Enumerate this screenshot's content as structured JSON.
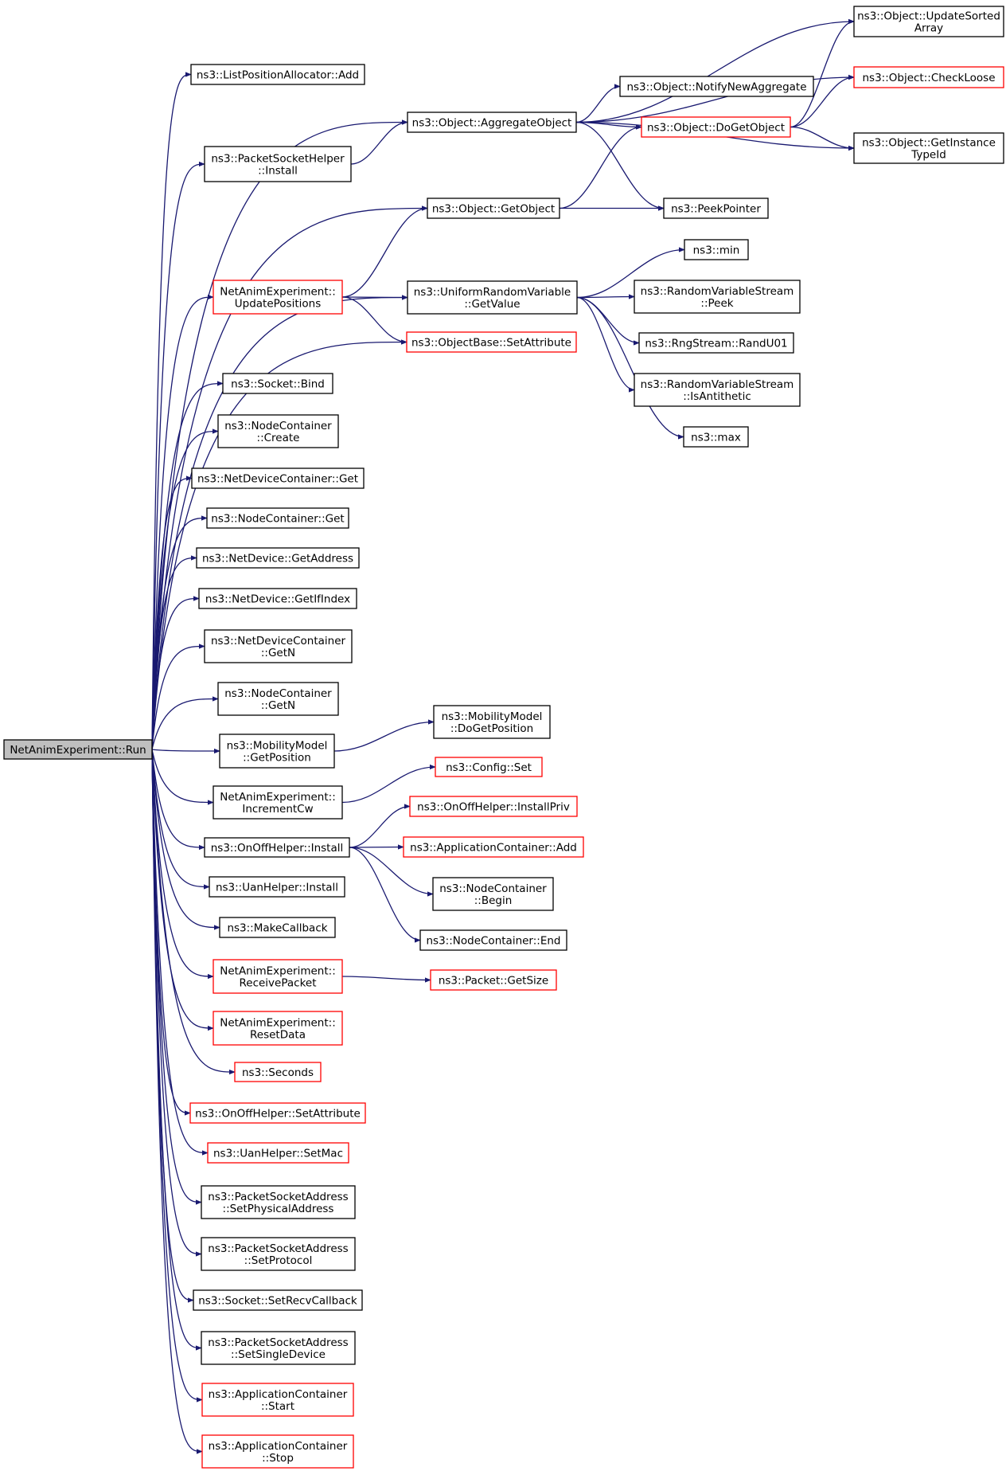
{
  "root": "NetAnimExperiment::Run",
  "nodes": {
    "run": {
      "lines": [
        "NetAnimExperiment::Run"
      ],
      "red": false,
      "root": true
    },
    "lpa_add": {
      "lines": [
        "ns3::ListPositionAllocator::Add"
      ],
      "red": false
    },
    "psh_install": {
      "lines": [
        "ns3::PacketSocketHelper",
        "::Install"
      ],
      "red": false
    },
    "nae_update": {
      "lines": [
        "NetAnimExperiment::",
        "UpdatePositions"
      ],
      "red": true
    },
    "sock_bind": {
      "lines": [
        "ns3::Socket::Bind"
      ],
      "red": false
    },
    "nc_create": {
      "lines": [
        "ns3::NodeContainer",
        "::Create"
      ],
      "red": false
    },
    "ndc_get": {
      "lines": [
        "ns3::NetDeviceContainer::Get"
      ],
      "red": false
    },
    "nc_get": {
      "lines": [
        "ns3::NodeContainer::Get"
      ],
      "red": false
    },
    "nd_getaddr": {
      "lines": [
        "ns3::NetDevice::GetAddress"
      ],
      "red": false
    },
    "nd_getif": {
      "lines": [
        "ns3::NetDevice::GetIfIndex"
      ],
      "red": false
    },
    "ndc_getn": {
      "lines": [
        "ns3::NetDeviceContainer",
        "::GetN"
      ],
      "red": false
    },
    "nc_getn": {
      "lines": [
        "ns3::NodeContainer",
        "::GetN"
      ],
      "red": false
    },
    "mm_getpos": {
      "lines": [
        "ns3::MobilityModel",
        "::GetPosition"
      ],
      "red": false
    },
    "nae_inc": {
      "lines": [
        "NetAnimExperiment::",
        "IncrementCw"
      ],
      "red": false
    },
    "onoff_install": {
      "lines": [
        "ns3::OnOffHelper::Install"
      ],
      "red": false
    },
    "uan_install": {
      "lines": [
        "ns3::UanHelper::Install"
      ],
      "red": false
    },
    "make_cb": {
      "lines": [
        "ns3::MakeCallback"
      ],
      "red": false
    },
    "nae_recv": {
      "lines": [
        "NetAnimExperiment::",
        "ReceivePacket"
      ],
      "red": true
    },
    "nae_reset": {
      "lines": [
        "NetAnimExperiment::",
        "ResetData"
      ],
      "red": true
    },
    "seconds": {
      "lines": [
        "ns3::Seconds"
      ],
      "red": true
    },
    "onoff_setattr": {
      "lines": [
        "ns3::OnOffHelper::SetAttribute"
      ],
      "red": true
    },
    "uan_setmac": {
      "lines": [
        "ns3::UanHelper::SetMac"
      ],
      "red": true
    },
    "psa_setphys": {
      "lines": [
        "ns3::PacketSocketAddress",
        "::SetPhysicalAddress"
      ],
      "red": false
    },
    "psa_setproto": {
      "lines": [
        "ns3::PacketSocketAddress",
        "::SetProtocol"
      ],
      "red": false
    },
    "sock_setrecv": {
      "lines": [
        "ns3::Socket::SetRecvCallback"
      ],
      "red": false
    },
    "psa_setsingle": {
      "lines": [
        "ns3::PacketSocketAddress",
        "::SetSingleDevice"
      ],
      "red": false
    },
    "ac_start": {
      "lines": [
        "ns3::ApplicationContainer",
        "::Start"
      ],
      "red": true
    },
    "ac_stop": {
      "lines": [
        "ns3::ApplicationContainer",
        "::Stop"
      ],
      "red": true
    },
    "obj_aggregate": {
      "lines": [
        "ns3::Object::AggregateObject"
      ],
      "red": false
    },
    "obj_getobject": {
      "lines": [
        "ns3::Object::GetObject"
      ],
      "red": false
    },
    "urv_getvalue": {
      "lines": [
        "ns3::UniformRandomVariable",
        "::GetValue"
      ],
      "red": false
    },
    "ob_setattr": {
      "lines": [
        "ns3::ObjectBase::SetAttribute"
      ],
      "red": true
    },
    "mm_dogetpos": {
      "lines": [
        "ns3::MobilityModel",
        "::DoGetPosition"
      ],
      "red": false
    },
    "config_set": {
      "lines": [
        "ns3::Config::Set"
      ],
      "red": true
    },
    "onoff_installpriv": {
      "lines": [
        "ns3::OnOffHelper::InstallPriv"
      ],
      "red": true
    },
    "ac_add": {
      "lines": [
        "ns3::ApplicationContainer::Add"
      ],
      "red": true
    },
    "nc_begin": {
      "lines": [
        "ns3::NodeContainer",
        "::Begin"
      ],
      "red": false
    },
    "nc_end": {
      "lines": [
        "ns3::NodeContainer::End"
      ],
      "red": false
    },
    "pkt_getsize": {
      "lines": [
        "ns3::Packet::GetSize"
      ],
      "red": true
    },
    "obj_notify": {
      "lines": [
        "ns3::Object::NotifyNewAggregate"
      ],
      "red": false
    },
    "obj_dogetobject": {
      "lines": [
        "ns3::Object::DoGetObject"
      ],
      "red": true
    },
    "peekpointer": {
      "lines": [
        "ns3::PeekPointer"
      ],
      "red": false
    },
    "min": {
      "lines": [
        "ns3::min"
      ],
      "red": false
    },
    "rvs_peek": {
      "lines": [
        "ns3::RandomVariableStream",
        "::Peek"
      ],
      "red": false
    },
    "rng_randu01": {
      "lines": [
        "ns3::RngStream::RandU01"
      ],
      "red": false
    },
    "rvs_isanti": {
      "lines": [
        "ns3::RandomVariableStream",
        "::IsAntithetic"
      ],
      "red": false
    },
    "max": {
      "lines": [
        "ns3::max"
      ],
      "red": false
    },
    "obj_updatesorted": {
      "lines": [
        "ns3::Object::UpdateSorted",
        "Array"
      ],
      "red": false
    },
    "obj_checkloose": {
      "lines": [
        "ns3::Object::CheckLoose"
      ],
      "red": true
    },
    "obj_getinstance": {
      "lines": [
        "ns3::Object::GetInstance",
        "TypeId"
      ],
      "red": false
    }
  },
  "edges": [
    [
      "run",
      "lpa_add"
    ],
    [
      "run",
      "obj_aggregate"
    ],
    [
      "run",
      "psh_install"
    ],
    [
      "run",
      "obj_getobject"
    ],
    [
      "run",
      "urv_getvalue"
    ],
    [
      "run",
      "nae_update"
    ],
    [
      "run",
      "ob_setattr"
    ],
    [
      "run",
      "sock_bind"
    ],
    [
      "run",
      "nc_create"
    ],
    [
      "run",
      "ndc_get"
    ],
    [
      "run",
      "nc_get"
    ],
    [
      "run",
      "nd_getaddr"
    ],
    [
      "run",
      "nd_getif"
    ],
    [
      "run",
      "ndc_getn"
    ],
    [
      "run",
      "nc_getn"
    ],
    [
      "run",
      "mm_getpos"
    ],
    [
      "run",
      "nae_inc"
    ],
    [
      "run",
      "onoff_install"
    ],
    [
      "run",
      "uan_install"
    ],
    [
      "run",
      "make_cb"
    ],
    [
      "run",
      "nae_recv"
    ],
    [
      "run",
      "nae_reset"
    ],
    [
      "run",
      "seconds"
    ],
    [
      "run",
      "onoff_setattr"
    ],
    [
      "run",
      "uan_setmac"
    ],
    [
      "run",
      "psa_setphys"
    ],
    [
      "run",
      "psa_setproto"
    ],
    [
      "run",
      "sock_setrecv"
    ],
    [
      "run",
      "psa_setsingle"
    ],
    [
      "run",
      "ac_start"
    ],
    [
      "run",
      "ac_stop"
    ],
    [
      "psh_install",
      "obj_aggregate"
    ],
    [
      "nae_update",
      "obj_getobject"
    ],
    [
      "nae_update",
      "urv_getvalue"
    ],
    [
      "nae_update",
      "ob_setattr"
    ],
    [
      "mm_getpos",
      "mm_dogetpos"
    ],
    [
      "nae_inc",
      "config_set"
    ],
    [
      "onoff_install",
      "onoff_installpriv"
    ],
    [
      "onoff_install",
      "ac_add"
    ],
    [
      "onoff_install",
      "nc_begin"
    ],
    [
      "onoff_install",
      "nc_end"
    ],
    [
      "nae_recv",
      "pkt_getsize"
    ],
    [
      "obj_aggregate",
      "obj_updatesorted"
    ],
    [
      "obj_aggregate",
      "obj_checkloose"
    ],
    [
      "obj_aggregate",
      "obj_notify"
    ],
    [
      "obj_aggregate",
      "obj_dogetobject"
    ],
    [
      "obj_aggregate",
      "obj_getinstance"
    ],
    [
      "obj_aggregate",
      "peekpointer"
    ],
    [
      "obj_getobject",
      "obj_dogetobject"
    ],
    [
      "obj_getobject",
      "peekpointer"
    ],
    [
      "urv_getvalue",
      "min"
    ],
    [
      "urv_getvalue",
      "rvs_peek"
    ],
    [
      "urv_getvalue",
      "rng_randu01"
    ],
    [
      "urv_getvalue",
      "rvs_isanti"
    ],
    [
      "urv_getvalue",
      "max"
    ],
    [
      "obj_dogetobject",
      "obj_updatesorted"
    ],
    [
      "obj_dogetobject",
      "obj_checkloose"
    ],
    [
      "obj_dogetobject",
      "obj_getinstance"
    ]
  ]
}
